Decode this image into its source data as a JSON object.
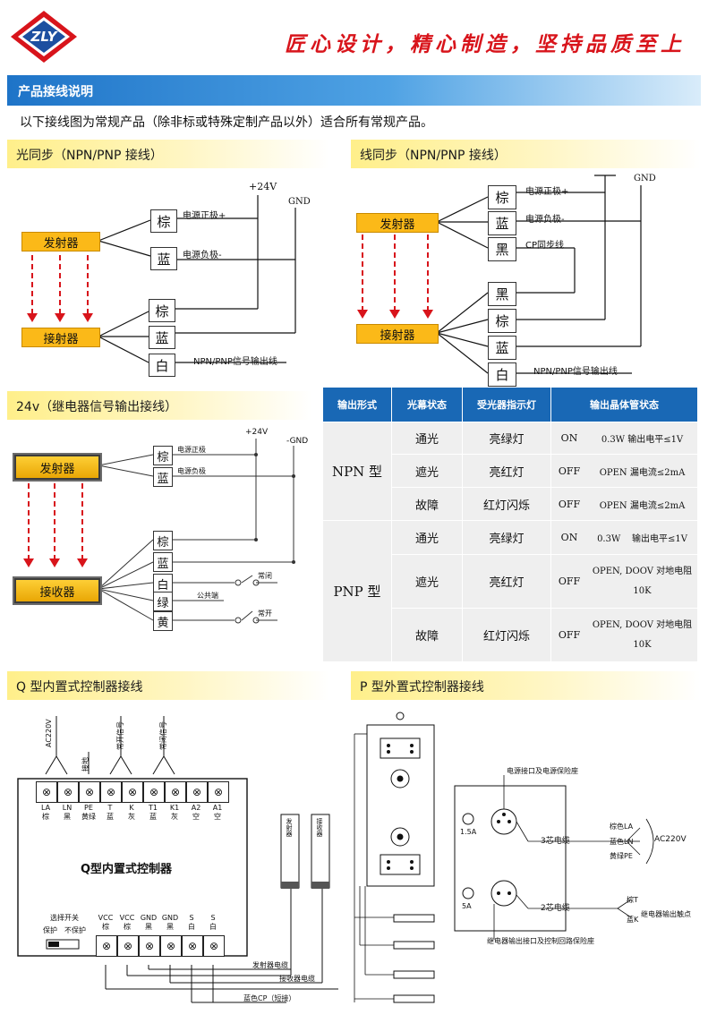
{
  "header": {
    "slogan": "匠心设计，精心制造，坚持品质至上",
    "logo_text": "ZLY"
  },
  "banner": {
    "title": "产品接线说明"
  },
  "intro": "以下接线图为常规产品（除非标或特殊定制产品以外）适合所有常规产品。",
  "sections": {
    "light_sync": "光同步（NPN/PNP 接线）",
    "line_sync": "线同步（NPN/PNP 接线）",
    "relay": "24v（继电器信号输出接线）",
    "q_type": "Q 型内置式控制器接线",
    "p_type": "P 型外置式控制器接线"
  },
  "light_sync": {
    "emitter": "发射器",
    "receiver": "接射器",
    "v24": "+24V",
    "gnd": "GND",
    "brown": "棕",
    "blue": "蓝",
    "white": "白",
    "pos": "电源正极+",
    "neg": "电源负极-",
    "out": "NPN/PNP信号输出线"
  },
  "line_sync": {
    "emitter": "发射器",
    "receiver": "接射器",
    "gnd": "GND",
    "brown": "棕",
    "blue": "蓝",
    "black": "黑",
    "white": "白",
    "pos": "电源正极+",
    "neg": "电源负极-",
    "cp": "CP同步线",
    "out": "NPN/PNP信号输出线"
  },
  "relay": {
    "emitter": "发射器",
    "receiver": "接收器",
    "v24": "+24V",
    "gnd": "-GND",
    "brown": "棕",
    "blue": "蓝",
    "white": "白",
    "green": "绿",
    "yellow": "黄",
    "pos": "电源正极",
    "neg": "电源负极",
    "nc": "常闭",
    "com": "公共端",
    "no": "常开"
  },
  "table": {
    "headers": [
      "输出形式",
      "光幕状态",
      "受光器指示灯",
      "输出晶体管状态"
    ],
    "npn": "NPN 型",
    "pnp": "PNP 型",
    "rows": [
      {
        "state": "通光",
        "led": "亮绿灯",
        "sw": "ON",
        "desc": "0.3W 输出电平≤1V"
      },
      {
        "state": "遮光",
        "led": "亮红灯",
        "sw": "OFF",
        "desc": "OPEN 漏电流≤2mA"
      },
      {
        "state": "故障",
        "led": "红灯闪烁",
        "sw": "OFF",
        "desc": "OPEN 漏电流≤2mA"
      },
      {
        "state": "通光",
        "led": "亮绿灯",
        "sw": "ON",
        "desc": "0.3W    输出电平≤1V"
      },
      {
        "state": "遮光",
        "led": "亮红灯",
        "sw": "OFF",
        "desc": "OPEN, DOOV  对地电阻",
        "desc2": "10K"
      },
      {
        "state": "故障",
        "led": "红灯闪烁",
        "sw": "OFF",
        "desc": "OPEN, DOOV  对地电阻",
        "desc2": "10K"
      }
    ]
  },
  "q_type": {
    "title": "Q型内置式控制器",
    "ac": "AC220V",
    "ground": "接地",
    "no_sig": "常开信号",
    "nc_sig": "常闭信号",
    "top_terms": [
      {
        "code": "LA",
        "sub": "棕"
      },
      {
        "code": "LN",
        "sub": "黑"
      },
      {
        "code": "PE",
        "sub": "黄绿"
      },
      {
        "code": "T",
        "sub": "蓝"
      },
      {
        "code": "K",
        "sub": "灰"
      },
      {
        "code": "T1",
        "sub": "蓝"
      },
      {
        "code": "K1",
        "sub": "灰"
      },
      {
        "code": "A2",
        "sub": "空"
      },
      {
        "code": "A1",
        "sub": "空"
      }
    ],
    "switch_title": "选择开关",
    "protect": "保护",
    "no_protect": "不保护",
    "bot_terms": [
      {
        "code": "VCC",
        "sub": "棕"
      },
      {
        "code": "VCC",
        "sub": "棕"
      },
      {
        "code": "GND",
        "sub": "黑"
      },
      {
        "code": "GND",
        "sub": "黑"
      },
      {
        "code": "S",
        "sub": "白"
      },
      {
        "code": "S",
        "sub": "白"
      }
    ],
    "emitter_v": "发射器",
    "receiver_v": "接收器",
    "emit_cable": "发射器电缆",
    "recv_cable": "接收器电缆",
    "cp": "蓝色CP（短接）"
  },
  "p_type": {
    "power_if": "电源接口及电源保险座",
    "fuse1": "1.5A",
    "fuse2": "5A",
    "cable3": "3芯电缆",
    "cable2": "2芯电缆",
    "la": "棕色LA",
    "ln": "蓝色LN",
    "pe": "黄绿PE",
    "ac": "AC220V",
    "t": "棕T",
    "k": "蓝K",
    "relay": "继电器输出触点",
    "relay_if": "继电器输出接口及控制回路保险座"
  }
}
